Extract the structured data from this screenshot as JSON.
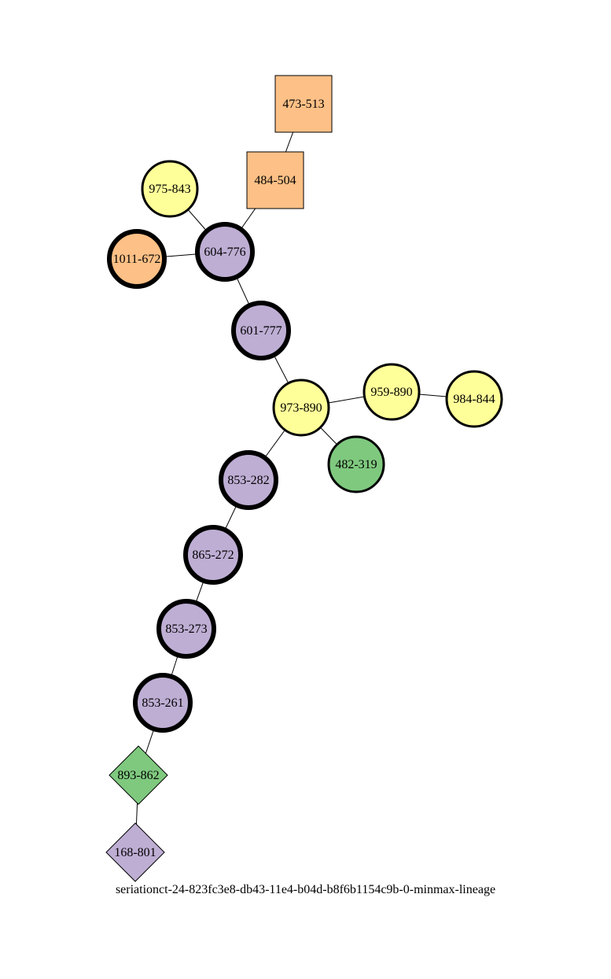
{
  "caption": "seriationct-24-823fc3e8-db43-11e4-b04d-b8f6b1154c9b-0-minmax-lineage",
  "colors": {
    "orange": "#fdc086",
    "yellow": "#ffff99",
    "purple": "#beaed4",
    "green": "#7fc97f"
  },
  "nodes": [
    {
      "id": "473-513",
      "label": "473-513",
      "shape": "square",
      "color": "orange",
      "border": "thin"
    },
    {
      "id": "484-504",
      "label": "484-504",
      "shape": "square",
      "color": "orange",
      "border": "thin"
    },
    {
      "id": "975-843",
      "label": "975-843",
      "shape": "circle",
      "color": "yellow",
      "border": "medium"
    },
    {
      "id": "604-776",
      "label": "604-776",
      "shape": "circle",
      "color": "purple",
      "border": "heavy"
    },
    {
      "id": "1011-672",
      "label": "1011-672",
      "shape": "circle",
      "color": "orange",
      "border": "heavy"
    },
    {
      "id": "601-777",
      "label": "601-777",
      "shape": "circle",
      "color": "purple",
      "border": "heavy"
    },
    {
      "id": "973-890",
      "label": "973-890",
      "shape": "circle",
      "color": "yellow",
      "border": "medium"
    },
    {
      "id": "959-890",
      "label": "959-890",
      "shape": "circle",
      "color": "yellow",
      "border": "medium"
    },
    {
      "id": "984-844",
      "label": "984-844",
      "shape": "circle",
      "color": "yellow",
      "border": "medium"
    },
    {
      "id": "482-319",
      "label": "482-319",
      "shape": "circle",
      "color": "green",
      "border": "medium"
    },
    {
      "id": "853-282",
      "label": "853-282",
      "shape": "circle",
      "color": "purple",
      "border": "heavy"
    },
    {
      "id": "865-272",
      "label": "865-272",
      "shape": "circle",
      "color": "purple",
      "border": "heavy"
    },
    {
      "id": "853-273",
      "label": "853-273",
      "shape": "circle",
      "color": "purple",
      "border": "heavy"
    },
    {
      "id": "853-261",
      "label": "853-261",
      "shape": "circle",
      "color": "purple",
      "border": "heavy"
    },
    {
      "id": "893-862",
      "label": "893-862",
      "shape": "diamond",
      "color": "green",
      "border": "thin"
    },
    {
      "id": "168-801",
      "label": "168-801",
      "shape": "diamond",
      "color": "purple",
      "border": "thin"
    }
  ],
  "edges": [
    [
      "473-513",
      "484-504"
    ],
    [
      "484-504",
      "604-776"
    ],
    [
      "975-843",
      "604-776"
    ],
    [
      "1011-672",
      "604-776"
    ],
    [
      "604-776",
      "601-777"
    ],
    [
      "601-777",
      "973-890"
    ],
    [
      "973-890",
      "959-890"
    ],
    [
      "959-890",
      "984-844"
    ],
    [
      "973-890",
      "482-319"
    ],
    [
      "973-890",
      "853-282"
    ],
    [
      "853-282",
      "865-272"
    ],
    [
      "865-272",
      "853-273"
    ],
    [
      "853-273",
      "853-261"
    ],
    [
      "853-261",
      "893-862"
    ],
    [
      "893-862",
      "168-801"
    ]
  ]
}
